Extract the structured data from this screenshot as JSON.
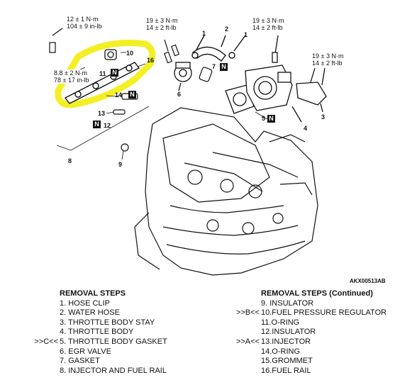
{
  "torque_specs": [
    {
      "line1": "12 ± 1 N·m",
      "line2": "104 ± 9 in-lb"
    },
    {
      "line1": "19 ± 3 N·m",
      "line2": "14 ± 2 ft-lb"
    },
    {
      "line1": "19 ± 3 N·m",
      "line2": "14 ± 2 ft-lb"
    },
    {
      "line1": "19 ± 3 N·m",
      "line2": "14 ± 2 ft-lb"
    },
    {
      "line1": "8.8 ± 2 N·m",
      "line2": "78 ± 17 in-lb"
    }
  ],
  "callouts": [
    "1",
    "2",
    "1",
    "3",
    "4",
    "5",
    "6",
    "7",
    "8",
    "9",
    "10",
    "11",
    "12",
    "13",
    "14",
    "16"
  ],
  "n_marker": "N",
  "diagram_code": "AKX00513AB",
  "highlight_color": "#f2ee18",
  "removal_steps": {
    "title": "REMOVAL STEPS",
    "items": [
      {
        "prefix": "",
        "text": "1.  HOSE CLIP"
      },
      {
        "prefix": "",
        "text": "2.  WATER HOSE"
      },
      {
        "prefix": "",
        "text": "3.  THROTTLE BODY STAY"
      },
      {
        "prefix": "",
        "text": "4.  THROTTLE BODY"
      },
      {
        "prefix": ">>C<<",
        "text": "5.  THROTTLE BODY GASKET"
      },
      {
        "prefix": "",
        "text": "6.  EGR VALVE"
      },
      {
        "prefix": "",
        "text": "7.  GASKET"
      },
      {
        "prefix": "",
        "text": "8.  INJECTOR AND FUEL RAIL"
      }
    ]
  },
  "removal_steps_continued": {
    "title": "REMOVAL STEPS (Continued)",
    "items": [
      {
        "prefix": "",
        "text": "9.  INSULATOR"
      },
      {
        "prefix": ">>B<<",
        "text": "10.FUEL PRESSURE REGULATOR"
      },
      {
        "prefix": "",
        "text": "11.O-RING"
      },
      {
        "prefix": "",
        "text": "12.INSULATOR"
      },
      {
        "prefix": ">>A<<",
        "text": "13.INJECTOR"
      },
      {
        "prefix": "",
        "text": "14.O-RING"
      },
      {
        "prefix": "",
        "text": "15.GROMMET"
      },
      {
        "prefix": "",
        "text": "16.FUEL RAIL"
      }
    ]
  }
}
